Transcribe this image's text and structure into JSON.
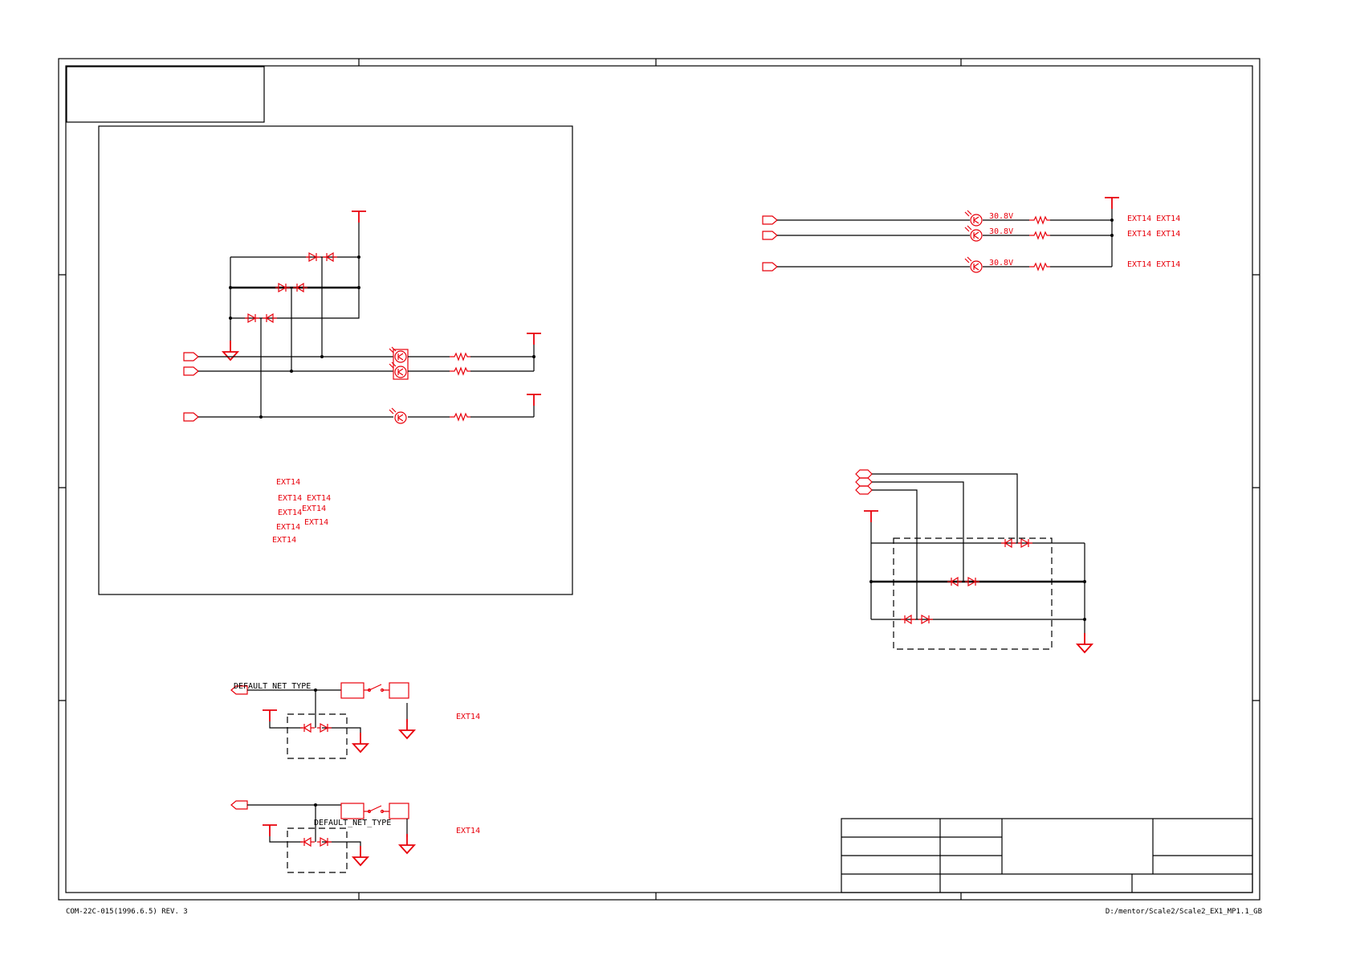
{
  "footer": {
    "left": "COM-22C-015(1996.6.5) REV. 3",
    "right": "D:/mentor/Scale2/Scale2_EX1_MP1.1_GB"
  },
  "left_group": {
    "labels": [
      "EXT14",
      "EXT14",
      "EXT14",
      "EXT14",
      "EXT14",
      "EXT14",
      "EXT14",
      "EXT14"
    ]
  },
  "right_top_group": {
    "led_values": [
      "30.8V",
      "30.8V",
      "30.8V"
    ],
    "ext_labels": [
      "EXT14 EXT14",
      "EXT14 EXT14",
      "EXT14 EXT14"
    ]
  },
  "bottom_group_1": {
    "net_label": "DEFAULT_NET_TYPE",
    "ext_label": "EXT14"
  },
  "bottom_group_2": {
    "net_label": "DEFAULT_NET_TYPE",
    "ext_label": "EXT14"
  },
  "colors": {
    "component": "#e8000b",
    "wire": "#000000",
    "background": "#ffffff"
  }
}
